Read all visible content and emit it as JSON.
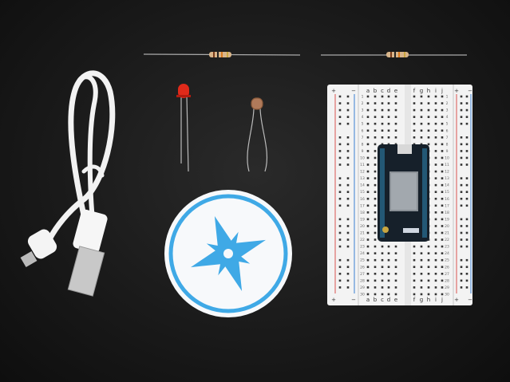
{
  "scene": {
    "items": [
      "usb-cable",
      "resistor",
      "resistor",
      "red-led",
      "photocell",
      "star-sticker",
      "breadboard",
      "photon-board"
    ],
    "colors": {
      "background": "#1c1c1c",
      "sticker_blue": "#3fa9e6",
      "led_red": "#e02a1a",
      "rail_red": "#d9534f",
      "rail_blue": "#3a7fd0"
    }
  },
  "breadboard": {
    "letters_left": [
      "a",
      "b",
      "c",
      "d",
      "e"
    ],
    "letters_right": [
      "f",
      "g",
      "h",
      "i",
      "j"
    ],
    "rail_plus": "+",
    "rail_minus": "−",
    "rows": [
      1,
      2,
      3,
      4,
      5,
      6,
      7,
      8,
      9,
      10,
      11,
      12,
      13,
      14,
      15,
      16,
      17,
      18,
      19,
      20,
      21,
      22,
      23,
      24,
      25,
      26,
      27,
      28,
      29,
      30
    ]
  }
}
